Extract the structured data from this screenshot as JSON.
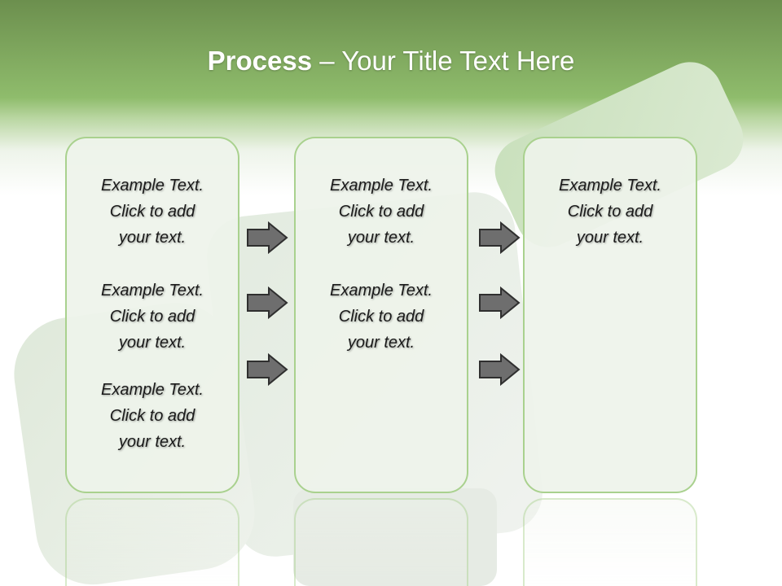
{
  "title": {
    "bold": "Process",
    "rest": " – Your Title Text Here"
  },
  "columns": [
    {
      "items": [
        "Example Text.\nClick  to add\nyour text.",
        "Example Text.\nClick  to add\nyour text.",
        "Example Text.\nClick  to add\nyour text."
      ]
    },
    {
      "items": [
        "Example Text.\nClick  to add\nyour text.",
        "Example Text.\nClick  to add\nyour text."
      ]
    },
    {
      "items": [
        "Example Text.\nClick  to add\nyour text."
      ]
    }
  ],
  "icons": {
    "arrow": "right-arrow-icon"
  },
  "colors": {
    "header_green": "#8fbc6c",
    "panel_border": "#a9d18e",
    "arrow_fill": "#6e6e6e"
  }
}
